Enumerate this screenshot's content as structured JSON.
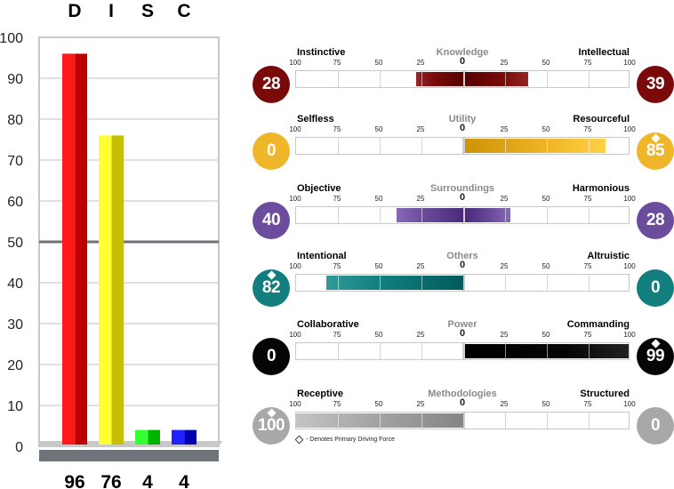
{
  "chart_data": [
    {
      "type": "bar",
      "categories": [
        "D",
        "I",
        "S",
        "C"
      ],
      "values": [
        96,
        76,
        4,
        4
      ],
      "value_labels": [
        "96",
        "76",
        "4",
        "4"
      ],
      "ylim": [
        0,
        100
      ],
      "ytick_labels": [
        "0",
        "10",
        "20",
        "30",
        "40",
        "50",
        "60",
        "70",
        "80",
        "90",
        "100"
      ],
      "reference_line": 50,
      "grid": "horizontal",
      "colors": {
        "D": [
          "#ff1a1a",
          "#c00000"
        ],
        "I": [
          "#ffff33",
          "#c6bf00"
        ],
        "S": [
          "#33ff33",
          "#00b300"
        ],
        "C": [
          "#2222ff",
          "#0000b0"
        ]
      },
      "reference_line_color": "#6d7278",
      "floor_color": "#c8c8c8",
      "base_color": "#6e747a"
    },
    {
      "type": "bar",
      "orientation": "horizontal-diverging",
      "axis_labels": [
        "100",
        "75",
        "50",
        "25",
        "0",
        "25",
        "50",
        "75",
        "100"
      ],
      "series": [
        {
          "title": "Knowledge",
          "left_label": "Instinctive",
          "right_label": "Intellectual",
          "left_value": 28,
          "right_value": 39,
          "left_text": "28",
          "right_text": "39",
          "color": "#7a0a0a",
          "primary": "none"
        },
        {
          "title": "Utility",
          "left_label": "Selfless",
          "right_label": "Resourceful",
          "left_value": 0,
          "right_value": 85,
          "left_text": "0",
          "right_text": "85",
          "color": "#f0b62a",
          "primary": "right"
        },
        {
          "title": "Surroundings",
          "left_label": "Objective",
          "right_label": "Harmonious",
          "left_value": 40,
          "right_value": 28,
          "left_text": "40",
          "right_text": "28",
          "color": "#6c4c9c",
          "primary": "none"
        },
        {
          "title": "Others",
          "left_label": "Intentional",
          "right_label": "Altruistic",
          "left_value": 82,
          "right_value": 0,
          "left_text": "82",
          "right_text": "0",
          "color": "#127e7e",
          "primary": "left"
        },
        {
          "title": "Power",
          "left_label": "Collaborative",
          "right_label": "Commanding",
          "left_value": 0,
          "right_value": 99,
          "left_text": "0",
          "right_text": "99",
          "color": "#050505",
          "primary": "right"
        },
        {
          "title": "Methodologies",
          "left_label": "Receptive",
          "right_label": "Structured",
          "left_value": 100,
          "right_value": 0,
          "left_text": "100",
          "right_text": "0",
          "color": "#a8a8a8",
          "primary": "left"
        }
      ],
      "legend_text": "- Denotes Primary Driving Force"
    }
  ]
}
